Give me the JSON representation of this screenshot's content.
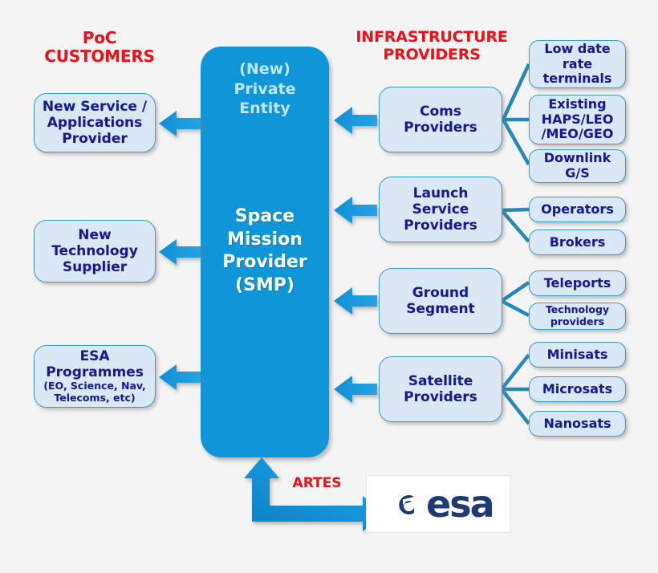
{
  "diagram": {
    "titles": {
      "left": "PoC\nCUSTOMERS",
      "right": "INFRASTRUCTURE\nPROVIDERS"
    },
    "center": {
      "top_label": "(New)\nPrivate\nEntity",
      "main_label": "Space\nMission\nProvider\n(SMP)"
    },
    "customers": [
      {
        "label": "New Service /\nApplications\nProvider"
      },
      {
        "label": "New\nTechnology\nSupplier"
      },
      {
        "label": "ESA\nProgrammes",
        "sublabel": "(EO, Science, Nav,\nTelecoms, etc)"
      }
    ],
    "providers": [
      {
        "label": "Coms\nProviders",
        "children": [
          {
            "label": "Low date\nrate\nterminals"
          },
          {
            "label": "Existing\nHAPS/LEO\n/MEO/GEO"
          },
          {
            "label": "Downlink\nG/S"
          }
        ]
      },
      {
        "label": "Launch\nService\nProviders",
        "children": [
          {
            "label": "Operators"
          },
          {
            "label": "Brokers"
          }
        ]
      },
      {
        "label": "Ground\nSegment",
        "children": [
          {
            "label": "Teleports"
          },
          {
            "label": "Technology\nproviders",
            "small": true
          }
        ]
      },
      {
        "label": "Satellite\nProviders",
        "children": [
          {
            "label": "Minisats"
          },
          {
            "label": "Microsats"
          },
          {
            "label": "Nanosats"
          }
        ]
      }
    ],
    "footer": {
      "artes_label": "ARTES",
      "agency_wordmark": "esa"
    },
    "colors": {
      "title_red": "#e8131a",
      "center_blue": "#0f96d8",
      "box_fill": "#dae7f5",
      "box_border": "#3a9bc4",
      "box_text": "#171a8c",
      "arrow_blue": "#1390d4",
      "connector_blue": "#2488bd",
      "background": "#f4f4f4",
      "esa_navy": "#1d3a74"
    }
  }
}
